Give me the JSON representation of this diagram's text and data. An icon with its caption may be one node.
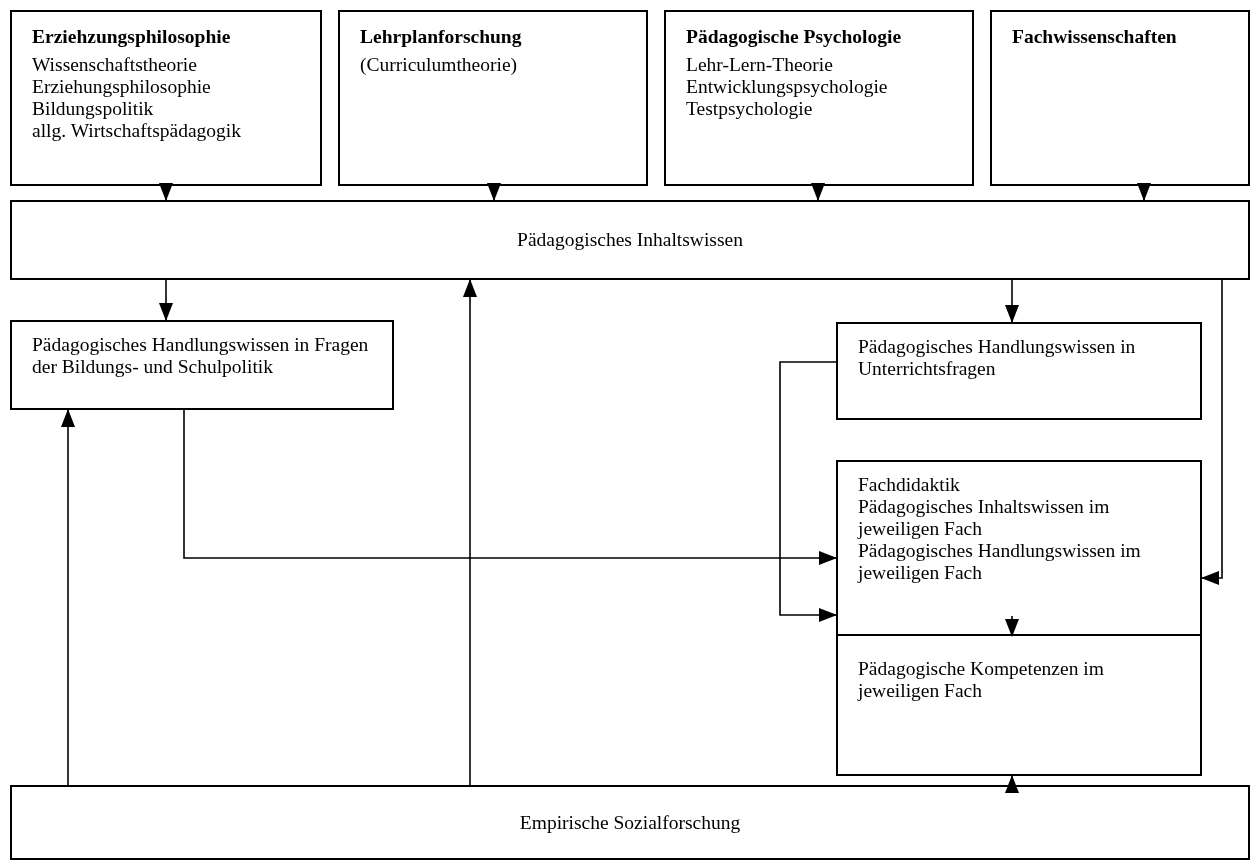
{
  "diagram": {
    "nodes": [
      {
        "text": [
          "Erziehzungsphilosophie",
          "Wissenschaftstheorie",
          "Erziehungsphilosophie",
          "Bildungspolitik",
          "allg. Wirtschaftspädagogik"
        ]
      },
      {
        "text": [
          "Lehrplanforschung",
          "(Curriculumtheorie)"
        ]
      },
      {
        "text": [
          "Pädagogische Psychologie",
          "Lehr-Lern-Theorie",
          "Entwicklungspsychologie",
          "Testpsychologie"
        ]
      },
      {
        "text": [
          "Fachwissenschaften"
        ]
      },
      {
        "text": [
          "Pädagogisches Inhaltswissen"
        ]
      },
      {
        "text": [
          "Pädagogisches Handlungswissen in Fragen der Bildungs- und Schulpolitik"
        ]
      },
      {
        "text": [
          "Pädagogisches Handlungswissen in Unterrichtsfragen"
        ]
      },
      {
        "text": [
          "Fachdidaktik",
          "Pädagogisches Inhaltswissen im jeweiligen Fach",
          "Pädagogisches Handlungswissen im jeweiligen Fach"
        ]
      },
      {
        "text": [
          "Pädagogische Kompetenzen im jeweiligen Fach"
        ]
      },
      {
        "text": [
          "Empirische Sozialforschung"
        ]
      }
    ],
    "edges": [
      {
        "from": 0,
        "to": 4,
        "arrow": "to"
      },
      {
        "from": 1,
        "to": 4,
        "arrow": "to"
      },
      {
        "from": 2,
        "to": 4,
        "arrow": "to"
      },
      {
        "from": 3,
        "to": 4,
        "arrow": "to"
      },
      {
        "from": 4,
        "to": 5,
        "arrow": "to"
      },
      {
        "from": 4,
        "to": 6,
        "arrow": "to"
      },
      {
        "from": 4,
        "to": 7,
        "arrow": "to"
      },
      {
        "from": 5,
        "to": 7,
        "arrow": "to"
      },
      {
        "from": 6,
        "to": 7,
        "arrow": "to"
      },
      {
        "from": 7,
        "to": 8,
        "arrow": "to"
      },
      {
        "from": 9,
        "to": 5,
        "arrow": "to"
      },
      {
        "from": 9,
        "to": 4,
        "arrow": "to"
      },
      {
        "from": 9,
        "to": 8,
        "arrow": "to"
      }
    ]
  }
}
